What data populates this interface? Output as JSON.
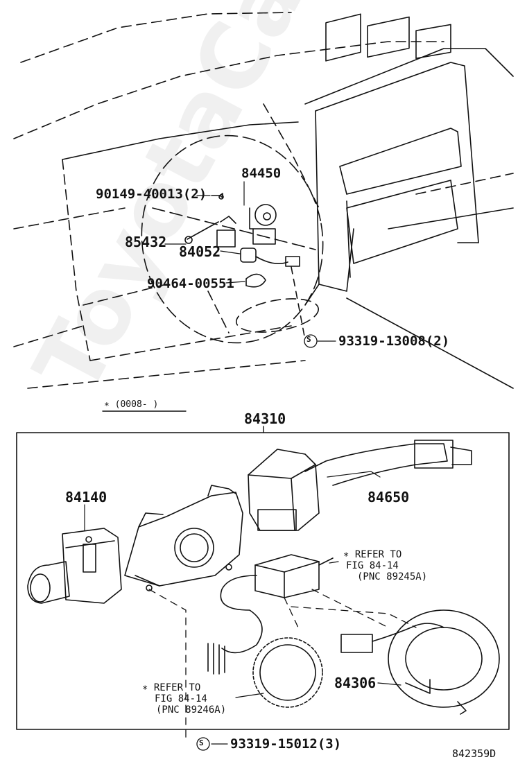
{
  "labels": {
    "p84450": "84450",
    "p90149": "90149-40013(2)",
    "p85432": "85432",
    "p84052": "84052",
    "p90464": "90464-00551",
    "p93319a": "93319-13008(2)",
    "range_note": "∗ (0008-      )",
    "p84310": "84310",
    "p84140": "84140",
    "p84650": "84650",
    "p84306": "84306",
    "p93319b": "93319-15012(3)",
    "drawing_id": "842359D"
  },
  "refer_note_1": {
    "line1": "∗ REFER TO",
    "line2": "FIG 84-14",
    "line3": "(PNC 89245A)"
  },
  "refer_note_2": {
    "line1": "∗ REFER TO",
    "line2": "FIG 84-14",
    "line3": "(PNC 89246A)"
  },
  "symbols": {
    "screw_mark": "S"
  },
  "watermark": "ToyotaCar.Net.ru"
}
